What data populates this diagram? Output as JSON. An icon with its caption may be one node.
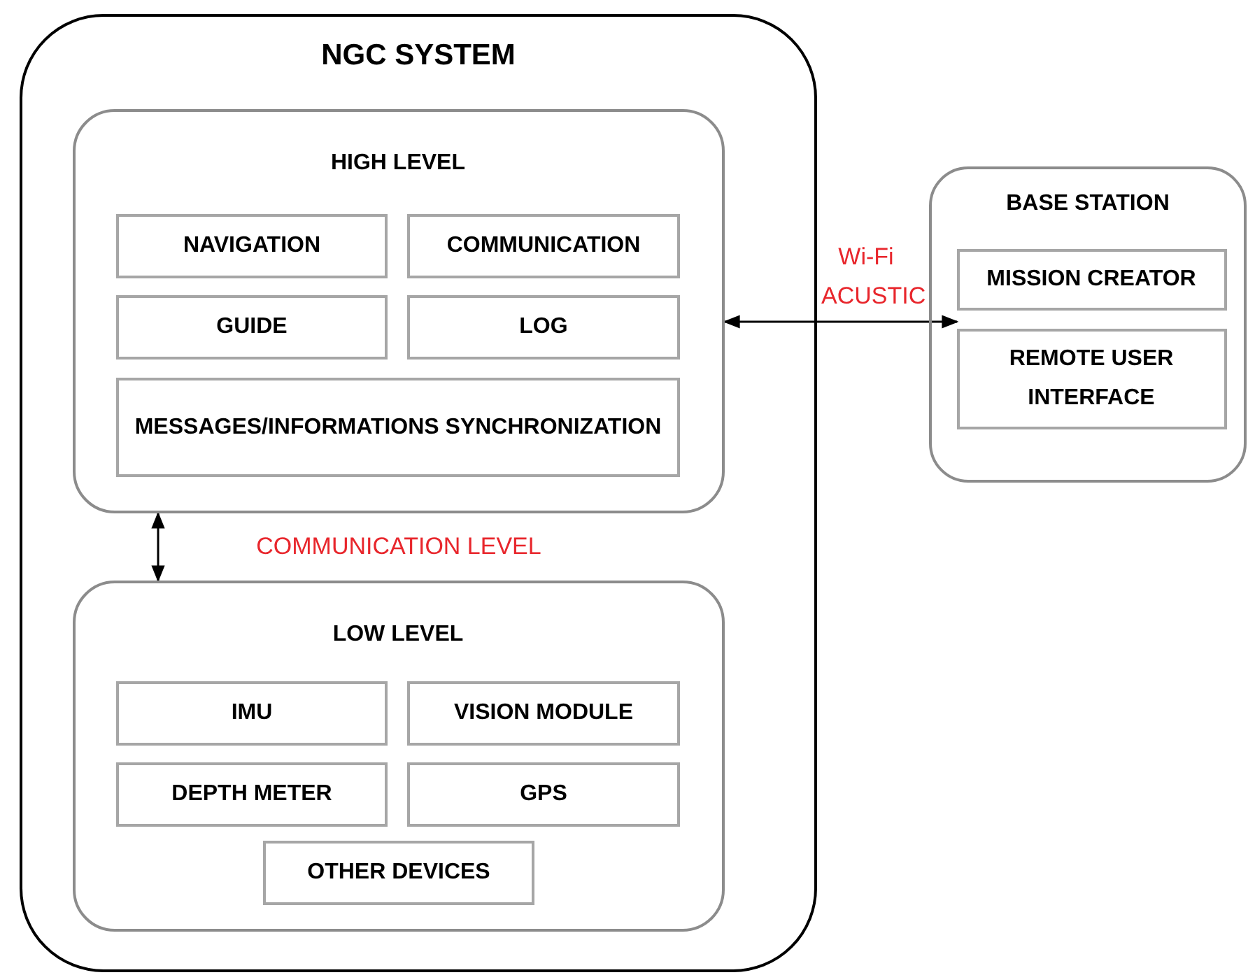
{
  "diagram": {
    "nodes": [
      {
        "text": [
          "NGC SYSTEM"
        ]
      },
      {
        "text": [
          "HIGH LEVEL"
        ],
        "in": 0
      },
      {
        "text": [
          "NAVIGATION"
        ],
        "in": 1
      },
      {
        "text": [
          "COMMUNICATION"
        ],
        "in": 1
      },
      {
        "text": [
          "GUIDE"
        ],
        "in": 1
      },
      {
        "text": [
          "LOG"
        ],
        "in": 1
      },
      {
        "text": [
          "MESSAGES/INFORMATIONS SYNCHRONIZATION"
        ],
        "in": 1
      },
      {
        "text": [
          "LOW LEVEL"
        ],
        "in": 0
      },
      {
        "text": [
          "IMU"
        ],
        "in": 7
      },
      {
        "text": [
          "VISION MODULE"
        ],
        "in": 7
      },
      {
        "text": [
          "DEPTH METER"
        ],
        "in": 7
      },
      {
        "text": [
          "GPS"
        ],
        "in": 7
      },
      {
        "text": [
          "OTHER DEVICES"
        ],
        "in": 7
      },
      {
        "text": [
          "BASE STATION"
        ]
      },
      {
        "text": [
          "MISSION CREATOR"
        ],
        "in": 13
      },
      {
        "text": [
          "REMOTE USER INTERFACE"
        ],
        "in": 13
      }
    ],
    "edges": [
      {
        "from": 1,
        "to": 14,
        "arrow": "both",
        "label": "Wi-Fi ACUSTIC"
      },
      {
        "from": 1,
        "to": 7,
        "arrow": "both",
        "label": "COMMUNICATION LEVEL"
      }
    ]
  }
}
